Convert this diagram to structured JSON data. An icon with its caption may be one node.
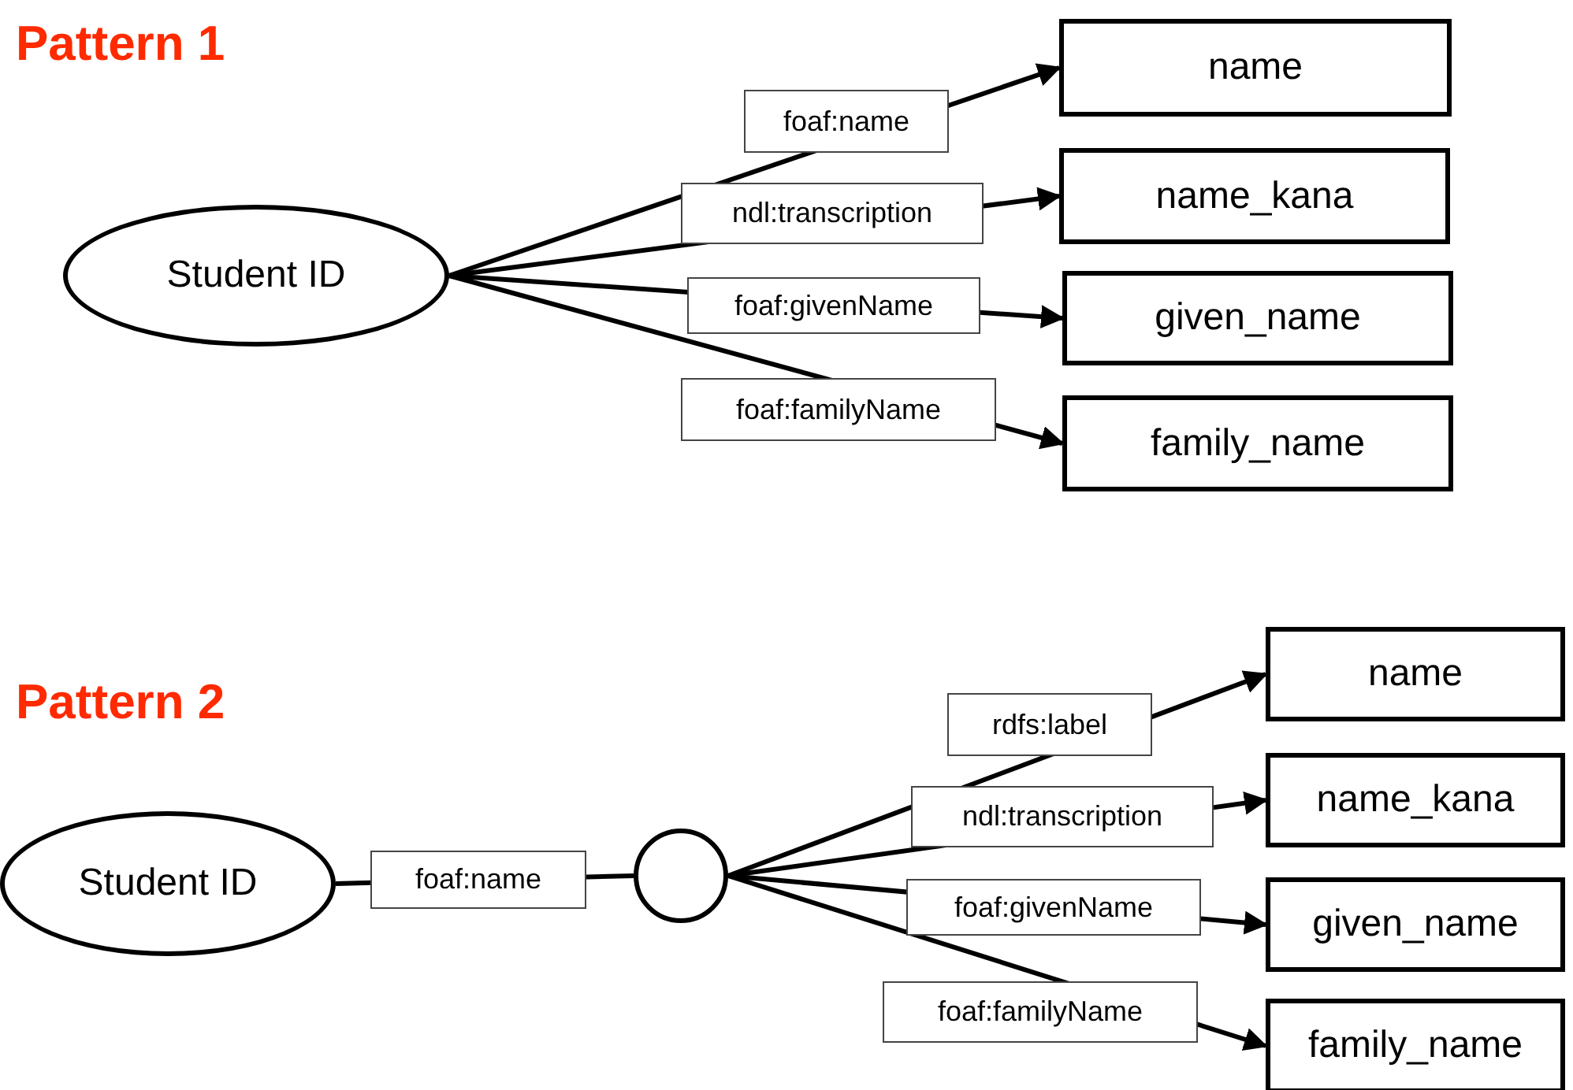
{
  "diagram": {
    "nodes": [
      {
        "text": [
          "Student ID"
        ]
      },
      {
        "text": [
          "name"
        ]
      },
      {
        "text": [
          "name_kana"
        ]
      },
      {
        "text": [
          "given_name"
        ]
      },
      {
        "text": [
          "family_name"
        ]
      },
      {
        "text": [
          "Student ID"
        ]
      },
      {
        "text": [],
        "shape": "circle"
      },
      {
        "text": [
          "name"
        ]
      },
      {
        "text": [
          "name_kana"
        ]
      },
      {
        "text": [
          "given_name"
        ]
      },
      {
        "text": [
          "family_name"
        ]
      }
    ],
    "edges": [
      {
        "from": 0,
        "to": 1,
        "arrow": "to",
        "label": "foaf:name"
      },
      {
        "from": 0,
        "to": 2,
        "arrow": "to",
        "label": "ndl:transcription"
      },
      {
        "from": 0,
        "to": 3,
        "arrow": "to",
        "label": "foaf:givenName"
      },
      {
        "from": 0,
        "to": 4,
        "arrow": "to",
        "label": "foaf:familyName"
      },
      {
        "from": 5,
        "to": 6,
        "arrow": "none",
        "label": "foaf:name"
      },
      {
        "from": 6,
        "to": 7,
        "arrow": "to",
        "label": "rdfs:label"
      },
      {
        "from": 6,
        "to": 8,
        "arrow": "to",
        "label": "ndl:transcription"
      },
      {
        "from": 6,
        "to": 9,
        "arrow": "to",
        "label": "foaf:givenName"
      },
      {
        "from": 6,
        "to": 10,
        "arrow": "to",
        "label": "foaf:familyName"
      }
    ],
    "labels": [
      "Pattern 1",
      "Pattern 2"
    ]
  }
}
